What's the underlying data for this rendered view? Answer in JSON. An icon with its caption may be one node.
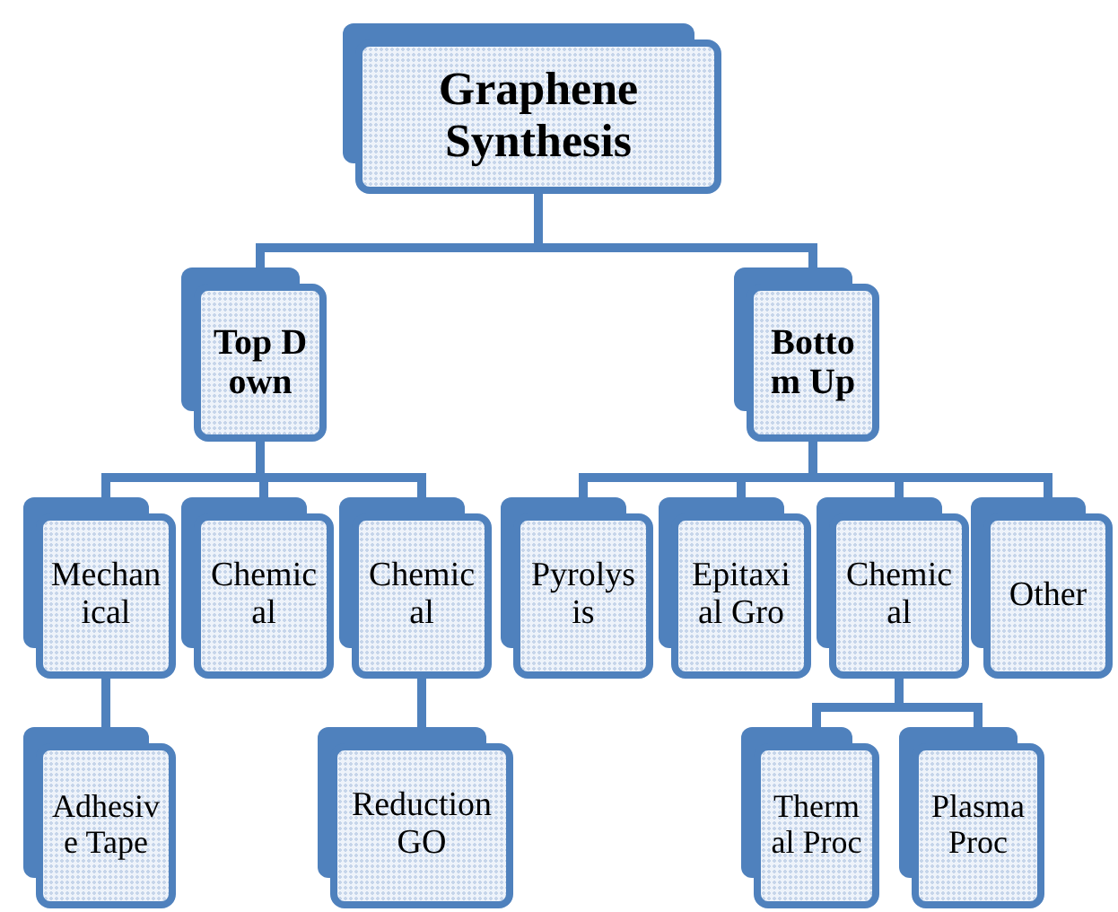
{
  "diagram": {
    "nodes": [
      {
        "text": [
          "Graphene Synthesis"
        ]
      },
      {
        "text": [
          "Top Down"
        ]
      },
      {
        "text": [
          "Bottom Up"
        ]
      },
      {
        "text": [
          "Mechanical"
        ]
      },
      {
        "text": [
          "Chemical"
        ]
      },
      {
        "text": [
          "Chemical"
        ]
      },
      {
        "text": [
          "Pyrolysis"
        ]
      },
      {
        "text": [
          "Epitaxial Gro"
        ]
      },
      {
        "text": [
          "Chemical"
        ]
      },
      {
        "text": [
          "Other"
        ]
      },
      {
        "text": [
          "Adhesive Tape"
        ]
      },
      {
        "text": [
          "Reduction GO"
        ]
      },
      {
        "text": [
          "Thermal Proc"
        ]
      },
      {
        "text": [
          "Plasma Proc"
        ]
      }
    ],
    "edges": [
      {
        "from": 0,
        "to": 1,
        "arrow": "none"
      },
      {
        "from": 0,
        "to": 2,
        "arrow": "none"
      },
      {
        "from": 1,
        "to": 3,
        "arrow": "none"
      },
      {
        "from": 1,
        "to": 4,
        "arrow": "none"
      },
      {
        "from": 1,
        "to": 5,
        "arrow": "none"
      },
      {
        "from": 2,
        "to": 6,
        "arrow": "none"
      },
      {
        "from": 2,
        "to": 7,
        "arrow": "none"
      },
      {
        "from": 2,
        "to": 8,
        "arrow": "none"
      },
      {
        "from": 2,
        "to": 9,
        "arrow": "none"
      },
      {
        "from": 3,
        "to": 10,
        "arrow": "none"
      },
      {
        "from": 5,
        "to": 11,
        "arrow": "none"
      },
      {
        "from": 8,
        "to": 12,
        "arrow": "none"
      },
      {
        "from": 8,
        "to": 13,
        "arrow": "none"
      }
    ]
  }
}
